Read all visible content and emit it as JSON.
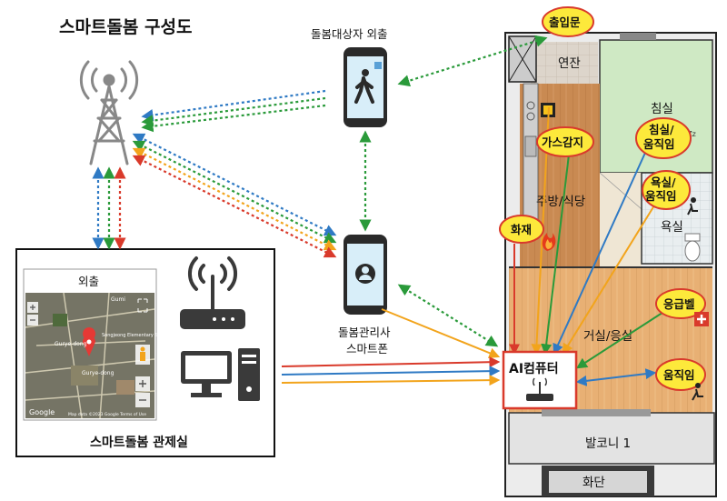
{
  "title": "스마트돌봄 구성도",
  "phone_top_label": "돌봄대상자 외출",
  "phone_mid_label_1": "돌봄관리사",
  "phone_mid_label_2": "스마트폰",
  "control_room_label": "스마트돌봄 관제실",
  "map": {
    "header": "외출",
    "footer": "Google",
    "places": [
      "Gumi",
      "Gurye-dong",
      "Songjeong Elementary School",
      "Gurye-dong"
    ],
    "terms": "Map data ©2023 Google  Terms of Use"
  },
  "rooms": {
    "entry": "연잔",
    "bedroom": "침실",
    "kitchen": "주방/식당",
    "bath": "욕실",
    "living": "거실/응실",
    "balcony": "발코니 1",
    "flowerbed": "화단"
  },
  "badges": {
    "door": "출입문",
    "gas": "가스감지",
    "bed_1": "침실/",
    "bed_2": "움직임",
    "bath_1": "욕실/",
    "bath_2": "움직임",
    "fire": "화재",
    "emergency": "응급벨",
    "motion": "움직임"
  },
  "ai": {
    "label": "AI컴퓨터"
  },
  "colors": {
    "blue": "#2f7ac4",
    "green": "#2a9a3a",
    "red": "#d93a2b",
    "orange": "#f2a41c",
    "yellow": "#fde93b",
    "bedroom": "#cfe9c4",
    "wood": "#c98a52"
  }
}
